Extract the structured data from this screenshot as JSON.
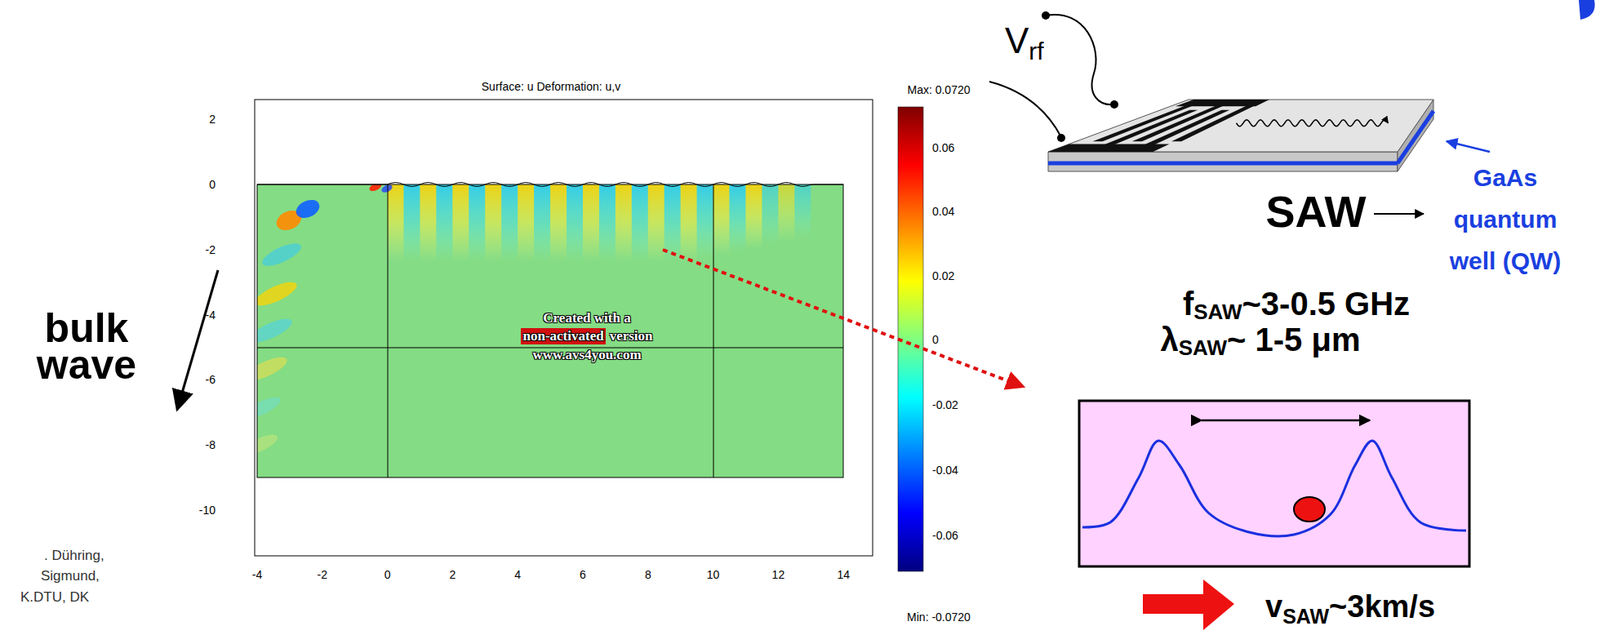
{
  "diagram": {
    "labels": [
      "Surface: u Deformation: u,v",
      "Max: 0.0720",
      "Min: -0.0720",
      "0.06",
      "0.04",
      "0.02",
      "0",
      "-0.02",
      "-0.04",
      "-0.06",
      "2",
      "0",
      "-2",
      "-4",
      "-6",
      "-8",
      "-10",
      "-4",
      "-2",
      "0",
      "2",
      "4",
      "6",
      "8",
      "10",
      "12",
      "14",
      "Created with a",
      "non-activated",
      "version",
      "www.avs4you.com",
      "bulk wave",
      ". Dühring,",
      "Sigmund,",
      "K.DTU, DK",
      "V",
      "rf",
      "SAW",
      "GaAs quantum well (QW)",
      "f",
      "SAW",
      "~3-0.5 GHz",
      "λ",
      "SAW",
      "~ 1-5 μm",
      "v",
      "SAW",
      "~3km/s"
    ]
  }
}
